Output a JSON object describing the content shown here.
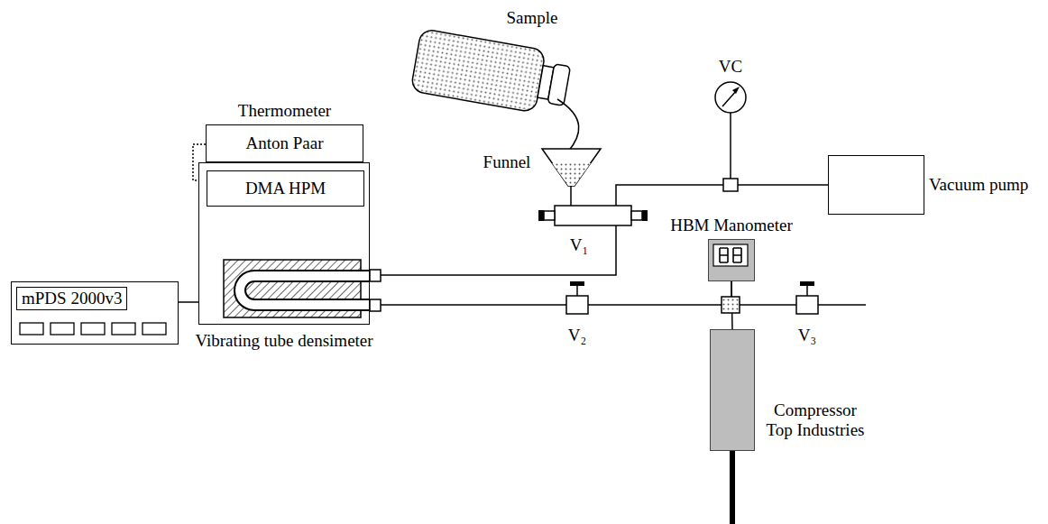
{
  "diagram": {
    "nodes": [
      {
        "text": [
          "Vacuum pump"
        ]
      },
      {
        "text": [
          "Thermometer",
          "Anton Paar"
        ]
      },
      {
        "text": [
          "Vibrating tube densimeter"
        ]
      },
      {
        "text": [
          "DMA HPM"
        ],
        "in": 2
      },
      {
        "text": [
          "mPDS 2000v3"
        ]
      },
      {
        "text": [
          "HBM Manometer"
        ]
      },
      {
        "text": [
          "Compressor Top Industries"
        ]
      }
    ],
    "edges": [
      {
        "from": 1,
        "to": 2,
        "arrow": "none"
      },
      {
        "from": 4,
        "to": 2,
        "arrow": "none"
      },
      {
        "from": 2,
        "to": 0,
        "arrow": "none"
      },
      {
        "from": 2,
        "to": 5,
        "arrow": "none"
      },
      {
        "from": 6,
        "to": 5,
        "arrow": "none"
      }
    ],
    "labels": [
      "Sample",
      "VC",
      "Funnel",
      "V₁",
      "V₂",
      "V₃"
    ]
  }
}
